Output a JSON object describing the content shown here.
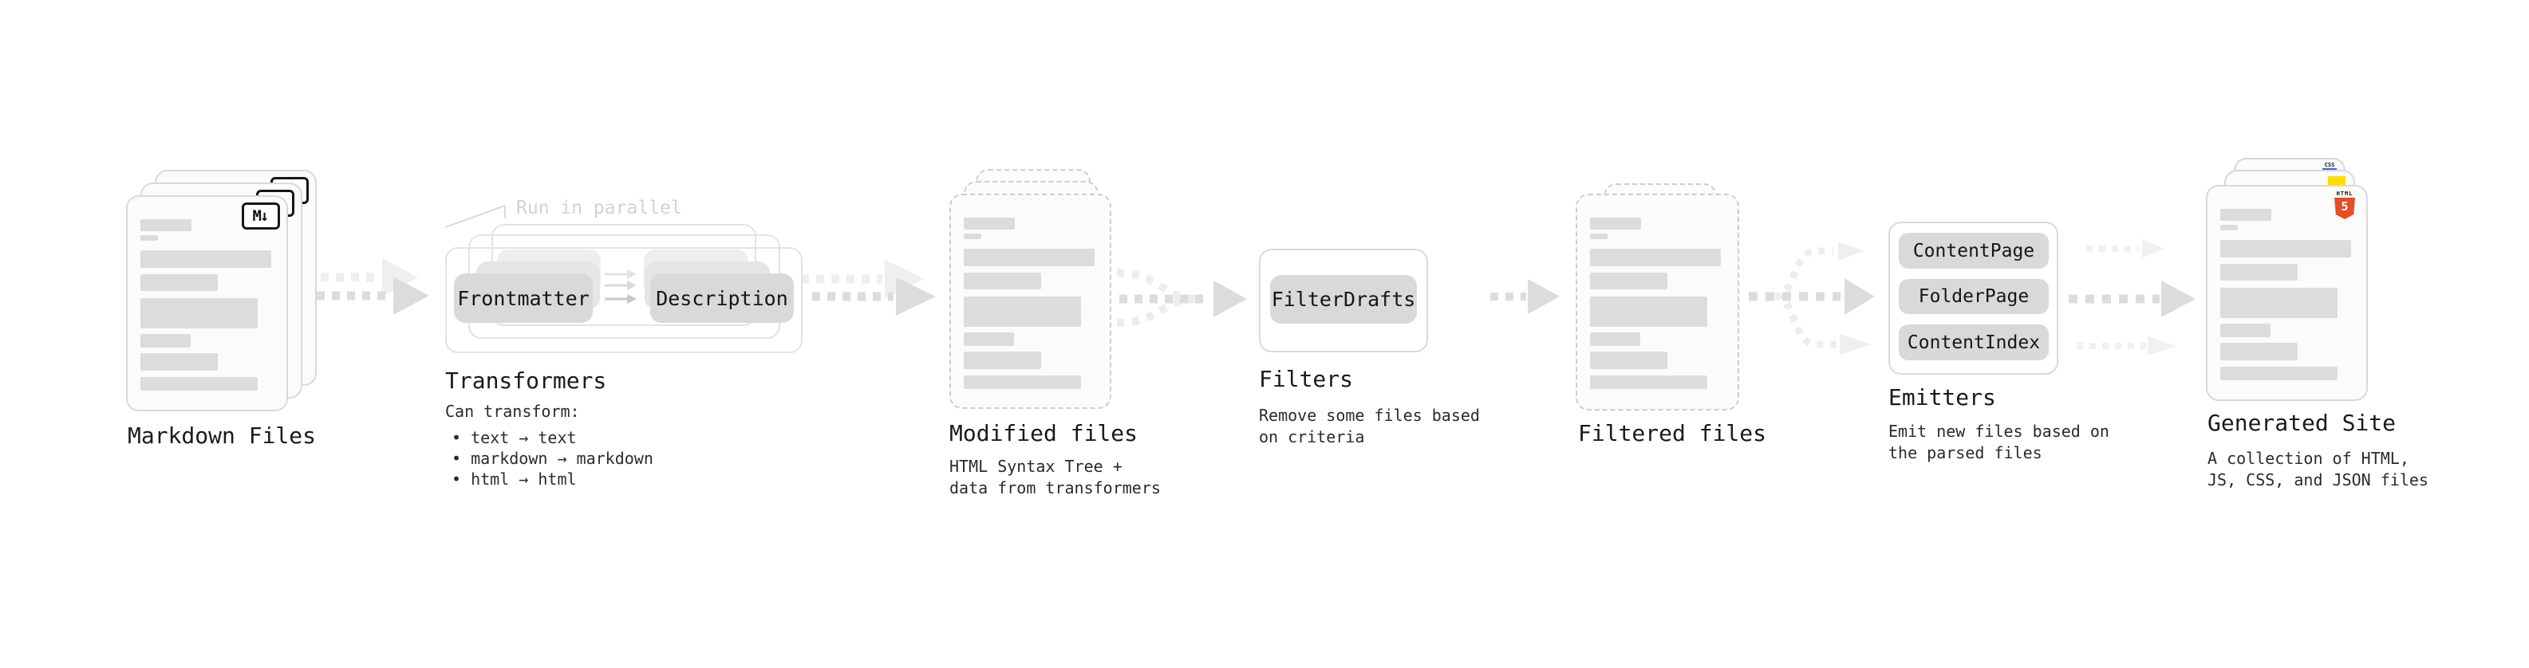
{
  "icons": {
    "markdown_badge": "M↓",
    "css_label": "CSS",
    "html5_label": "HTML",
    "html5_number": "5"
  },
  "colors": {
    "html5_orange": "#e44d26",
    "js_yellow": "#ffdd00",
    "css_blue": "#2d6cf0",
    "doc_border": "#d9d9d9",
    "pill_fill": "#d9d9d9",
    "arrow_gray": "#dcdcdc"
  },
  "nodes": {
    "markdown_files": {
      "label": "Markdown Files"
    },
    "transformers": {
      "label": "Transformers",
      "annotation": "Run in parallel",
      "pill_left": "Frontmatter",
      "pill_right": "Description",
      "note_title": "Can transform:",
      "bullets": "• text → text\n• markdown → markdown\n• html → html"
    },
    "modified_files": {
      "label": "Modified files",
      "note": "HTML Syntax Tree +\ndata from transformers"
    },
    "filters": {
      "label": "Filters",
      "pill": "FilterDrafts",
      "note": "Remove some files based\non criteria"
    },
    "filtered_files": {
      "label": "Filtered files"
    },
    "emitters": {
      "label": "Emitters",
      "pills": [
        "ContentPage",
        "FolderPage",
        "ContentIndex"
      ],
      "note": "Emit new files based on\nthe parsed files"
    },
    "generated_site": {
      "label": "Generated Site",
      "note": "A collection of HTML,\nJS, CSS, and JSON files"
    }
  }
}
